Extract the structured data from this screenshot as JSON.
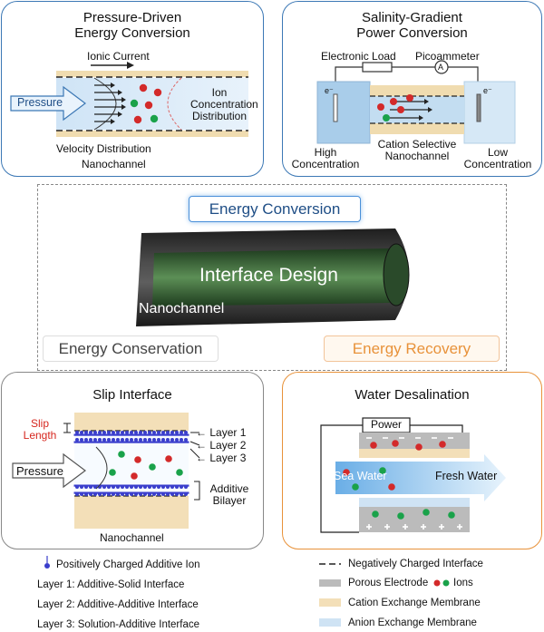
{
  "pressure_panel": {
    "title_line1": "Pressure-Driven",
    "title_line2": "Energy Conversion",
    "ionic_current": "Ionic Current",
    "pressure": "Pressure",
    "ion_line1": "Ion",
    "ion_line2": "Concentration",
    "ion_line3": "Distribution",
    "velocity": "Velocity  Distribution",
    "nanochannel": "Nanochannel"
  },
  "salinity_panel": {
    "title_line1": "Salinity-Gradient",
    "title_line2": "Power Conversion",
    "electronic_load": "Electronic Load",
    "picoammeter": "Picoammeter",
    "ammeter_symbol": "A",
    "electron_left": "e⁻",
    "electron_right": "e⁻",
    "high_line1": "High",
    "high_line2": "Concentration",
    "cation_line1": "Cation Selective",
    "cation_line2": "Nanochannel",
    "low_line1": "Low",
    "low_line2": "Concentration"
  },
  "center": {
    "energy_conversion": "Energy Conversion",
    "interface_design": "Interface Design",
    "nanochannel": "Nanochannel",
    "energy_conservation": "Energy Conservation",
    "energy_recovery": "Energy Recovery"
  },
  "slip_panel": {
    "title": "Slip Interface",
    "slip_line1": "Slip",
    "slip_line2": "Length",
    "layer1": "Layer 1",
    "layer2": "Layer 2",
    "layer3": "Layer 3",
    "pressure": "Pressure",
    "additive_line1": "Additive",
    "additive_line2": "Bilayer",
    "nanochannel": "Nanochannel"
  },
  "desal_panel": {
    "title": "Water Desalination",
    "power": "Power",
    "sea_water": "Sea Water",
    "fresh_water": "Fresh Water"
  },
  "legend": {
    "positive_ion": "Positively Charged Additive Ion",
    "layer1_desc": "Layer 1: Additive-Solid Interface",
    "layer2_desc": "Layer 2: Additive-Additive Interface",
    "layer3_desc": "Layer 3: Solution-Additive Interface",
    "neg_interface": "Negatively Charged Interface",
    "porous_electrode": "Porous Electrode",
    "ions": "Ions",
    "cation_membrane": "Cation Exchange Membrane",
    "anion_membrane": "Anion Exchange Membrane"
  },
  "colors": {
    "panel_border": "#3c78b5",
    "slip_red": "#d6261e",
    "ion_red": "#d32a2a",
    "ion_green": "#1aa24a",
    "recovery_orange": "#e8923a",
    "conversion_blue": "#4a90d9"
  }
}
